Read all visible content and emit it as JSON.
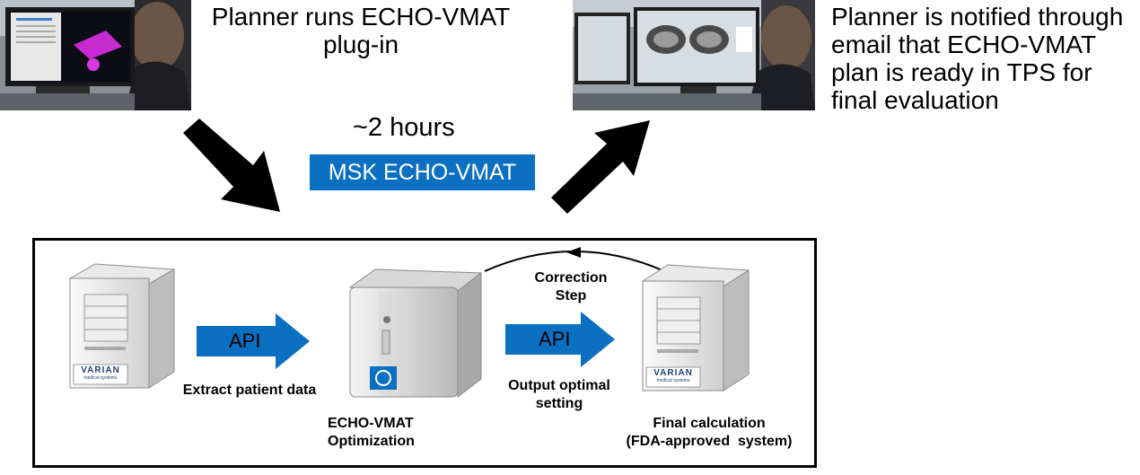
{
  "captions": {
    "planner_runs": "Planner runs ECHO-VMAT plug-in",
    "planner_notified": "Planner is notified through email that ECHO-VMAT plan is ready in TPS for final evaluation",
    "duration": "~2 hours",
    "echo_label": "MSK ECHO-VMAT"
  },
  "diagram": {
    "api_left": "API",
    "api_right": "API",
    "extract_label": "Extract patient data",
    "output_label_line1": "Output optimal",
    "output_label_line2": "setting",
    "correction_line1": "Correction",
    "correction_line2": "Step",
    "echo_opt_line1": "ECHO-VMAT",
    "echo_opt_line2": "Optimization",
    "final_line1": "Final calculation",
    "final_line2": "(FDA-approved  system)",
    "varian_brand": "VARIAN",
    "varian_sub": "medical systems"
  },
  "colors": {
    "accent_blue": "#0b6fc2",
    "arrow_black": "#000000"
  }
}
